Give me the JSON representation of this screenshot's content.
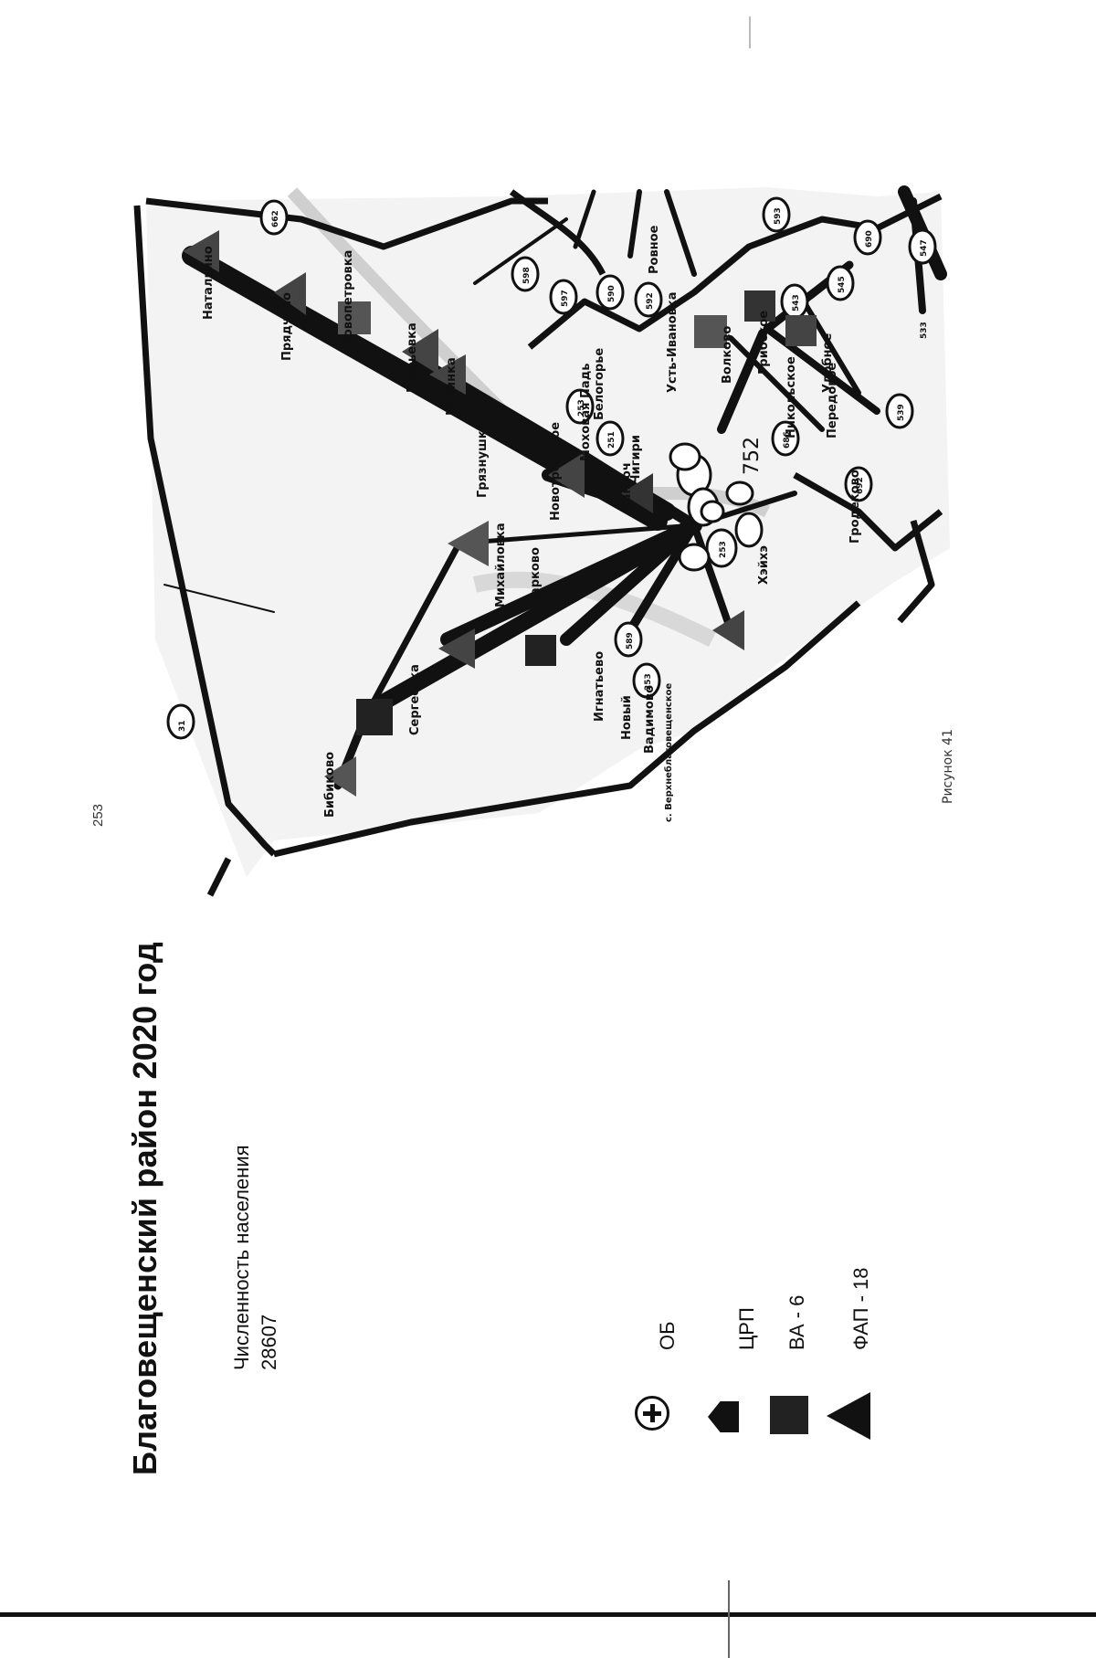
{
  "title": "Благовещенский район 2020 год",
  "population": {
    "label": "Численность населения",
    "value": "28607"
  },
  "page_number": "253",
  "figure_caption": "Рисунок 41",
  "legend": [
    {
      "key": "ob",
      "label": "ОБ",
      "icon": "hospital-cross-circle-icon"
    },
    {
      "key": "crp",
      "label": "ЦРП",
      "icon": "pentagon-icon"
    },
    {
      "key": "va",
      "label": "ВА - 6",
      "icon": "square-icon"
    },
    {
      "key": "fap",
      "label": "ФАП - 18",
      "icon": "triangle-icon"
    }
  ],
  "map": {
    "center_label": "752",
    "settlements": [
      {
        "name": "Натальино",
        "type": "fap"
      },
      {
        "name": "Прядчино",
        "type": "fap"
      },
      {
        "name": "Новопетровка",
        "type": "va"
      },
      {
        "name": "Егорьевка",
        "type": "fap"
      },
      {
        "name": "Новинка",
        "type": "fap"
      },
      {
        "name": "Грязнушка",
        "type": "fap"
      },
      {
        "name": "Михайловка",
        "type": "fap"
      },
      {
        "name": "Марково",
        "type": "va"
      },
      {
        "name": "Сергеевка",
        "type": "va"
      },
      {
        "name": "Бибиково",
        "type": "fap"
      },
      {
        "name": "Новотроицкое",
        "type": "fap"
      },
      {
        "name": "Игнатьево",
        "type": ""
      },
      {
        "name": "Новый",
        "type": ""
      },
      {
        "name": "Вадимово",
        "type": ""
      },
      {
        "name": "с. Верхнеблаговещенское",
        "type": "fap"
      },
      {
        "name": "Моховая Падь",
        "type": ""
      },
      {
        "name": "Усть-Ивановка",
        "type": "va"
      },
      {
        "name": "Ровное",
        "type": ""
      },
      {
        "name": "Волково",
        "type": "va"
      },
      {
        "name": "Грибское",
        "type": "va"
      },
      {
        "name": "Чигири",
        "type": ""
      },
      {
        "name": "Белогорье",
        "type": ""
      },
      {
        "name": "Передовое",
        "type": ""
      },
      {
        "name": "Удобное",
        "type": ""
      },
      {
        "name": "Гродеково",
        "type": ""
      },
      {
        "name": "Никольское",
        "type": ""
      },
      {
        "name": "Хэйхэ",
        "type": ""
      },
      {
        "name": "Канточ",
        "type": ""
      }
    ],
    "road_markers": [
      "31",
      "662",
      "598",
      "597",
      "590",
      "592",
      "593",
      "543",
      "690",
      "547",
      "545",
      "539",
      "533",
      "253",
      "251",
      "589",
      "686",
      "692",
      "253",
      "253"
    ]
  }
}
